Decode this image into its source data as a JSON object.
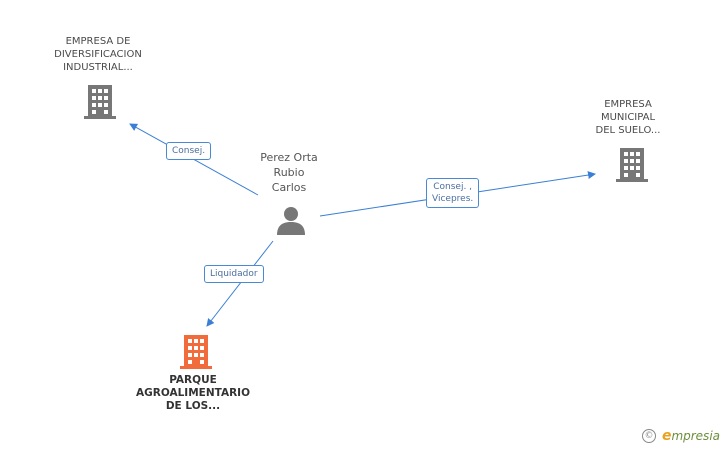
{
  "nodes": {
    "company_top_left": {
      "lines": [
        "EMPRESA DE",
        "DIVERSIFICACION",
        "INDUSTRIAL..."
      ],
      "icon": "building-icon",
      "color": "#777777"
    },
    "company_right": {
      "lines": [
        "EMPRESA",
        "MUNICIPAL",
        "DEL SUELO..."
      ],
      "icon": "building-icon",
      "color": "#777777"
    },
    "company_main": {
      "lines": [
        "PARQUE",
        "AGROALIMENTARIO",
        "DE LOS..."
      ],
      "icon": "building-icon",
      "color": "#f26b3a"
    },
    "person": {
      "lines": [
        "Perez Orta",
        "Rubio",
        "Carlos"
      ],
      "icon": "person-icon",
      "color": "#777777"
    }
  },
  "edges": {
    "to_top_left": {
      "label_lines": [
        "Consej."
      ]
    },
    "to_right": {
      "label_lines": [
        "Consej. ,",
        "Vicepres."
      ]
    },
    "to_main": {
      "label_lines": [
        "Liquidador"
      ]
    }
  },
  "edge_color": "#3a7fd5",
  "brand": {
    "copyright": "©",
    "e_letter": "e",
    "rest": "mpresia"
  }
}
